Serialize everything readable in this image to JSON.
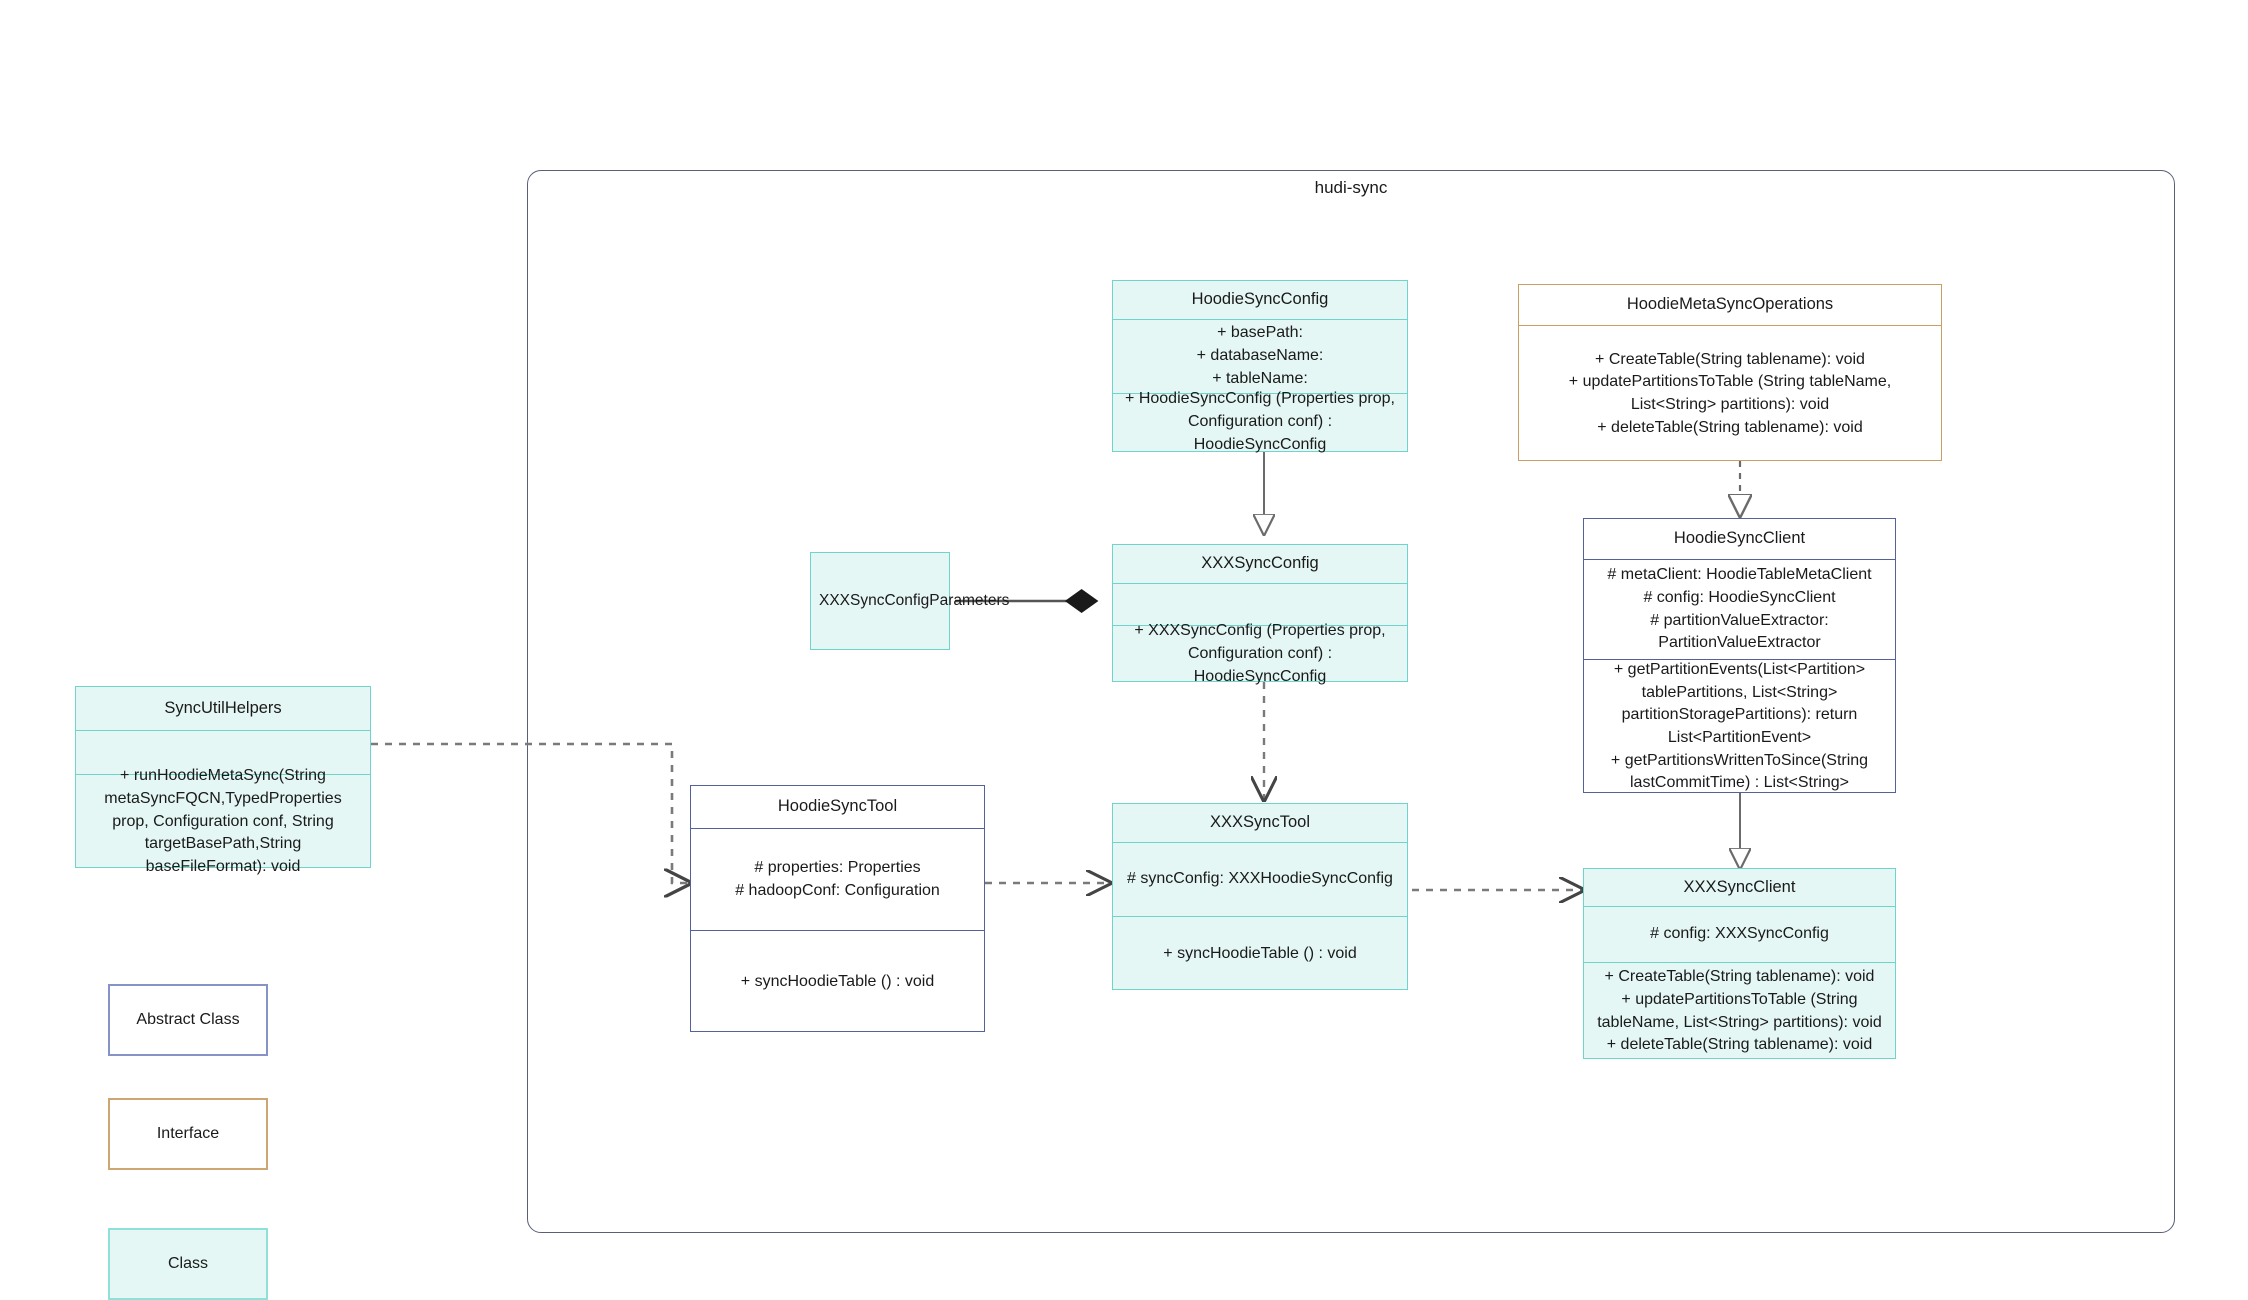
{
  "diagram": {
    "type": "uml-class-diagram",
    "package_title": "hudi-sync"
  },
  "classes": {
    "hoodie_sync_config": {
      "name": "HoodieSyncConfig",
      "stereotype": "class",
      "attributes": [
        "+    basePath:",
        "+   databaseName:",
        "+    tableName:"
      ],
      "methods": [
        "+   HoodieSyncConfig (Properties prop, Configuration conf) : HoodieSyncConfig"
      ]
    },
    "hoodie_meta_sync_operations": {
      "name": "HoodieMetaSyncOperations",
      "stereotype": "interface",
      "methods": [
        "+    CreateTable(String tablename): void",
        "+   updatePartitionsToTable (String tableName, List<String> partitions): void",
        "+    deleteTable(String tablename): void"
      ]
    },
    "xxx_sync_config_parameters": {
      "name": "XXXSyncConfigParameters",
      "stereotype": "class"
    },
    "xxx_sync_config": {
      "name": "XXXSyncConfig",
      "stereotype": "class",
      "attributes": [
        ""
      ],
      "methods": [
        "+   XXXSyncConfig (Properties prop, Configuration conf) : HoodieSyncConfig"
      ]
    },
    "hoodie_sync_client": {
      "name": "HoodieSyncClient",
      "stereotype": "abstract",
      "attributes": [
        "#   metaClient: HoodieTableMetaClient",
        "#   config: HoodieSyncClient",
        "#    partitionValueExtractor: PartitionValueExtractor"
      ],
      "methods": [
        "+   getPartitionEvents(List<Partition> tablePartitions, List<String> partitionStoragePartitions): return List<PartitionEvent>",
        "+   getPartitionsWrittenToSince(String lastCommitTime) : List<String>"
      ]
    },
    "sync_util_helpers": {
      "name": "SyncUtilHelpers",
      "stereotype": "class",
      "attributes": [
        ""
      ],
      "methods": [
        "+      runHoodieMetaSync(String metaSyncFQCN,TypedProperties prop, Configuration conf, String targetBasePath,String baseFileFormat): void"
      ]
    },
    "hoodie_sync_tool": {
      "name": "HoodieSyncTool",
      "stereotype": "abstract",
      "attributes": [
        "#   properties: Properties",
        "#   hadoopConf: Configuration"
      ],
      "methods": [
        "+   syncHoodieTable () : void"
      ]
    },
    "xxx_sync_tool": {
      "name": "XXXSyncTool",
      "stereotype": "class",
      "attributes": [
        "#  syncConfig: XXXHoodieSyncConfig"
      ],
      "methods": [
        "+  syncHoodieTable () : void"
      ]
    },
    "xxx_sync_client": {
      "name": "XXXSyncClient",
      "stereotype": "class",
      "attributes": [
        "#    config: XXXSyncConfig"
      ],
      "methods": [
        "+    CreateTable(String tablename): void",
        "+    updatePartitionsToTable (String tableName, List<String> partitions): void",
        "+   deleteTable(String tablename): void"
      ]
    }
  },
  "legend": {
    "abstract_label": "Abstract Class",
    "interface_label": "Interface",
    "class_label": "Class"
  },
  "colors": {
    "class_fill": "#e4f7f4",
    "class_border": "#6fd4cb",
    "interface_border": "#c9a063",
    "abstract_border": "#53619c",
    "package_border": "#5a5f78",
    "edge": "#6b6b6b"
  },
  "relationships": [
    {
      "from": "HoodieSyncConfig",
      "to": "XXXSyncConfig",
      "kind": "generalization"
    },
    {
      "from": "XXXSyncConfigParameters",
      "to": "XXXSyncConfig",
      "kind": "composition"
    },
    {
      "from": "XXXSyncConfig",
      "to": "XXXSyncTool",
      "kind": "dependency"
    },
    {
      "from": "HoodieMetaSyncOperations",
      "to": "HoodieSyncClient",
      "kind": "realization"
    },
    {
      "from": "HoodieSyncClient",
      "to": "XXXSyncClient",
      "kind": "generalization"
    },
    {
      "from": "SyncUtilHelpers",
      "to": "HoodieSyncTool",
      "kind": "dependency"
    },
    {
      "from": "HoodieSyncTool",
      "to": "XXXSyncTool",
      "kind": "dependency"
    },
    {
      "from": "XXXSyncTool",
      "to": "XXXSyncClient",
      "kind": "dependency"
    }
  ]
}
